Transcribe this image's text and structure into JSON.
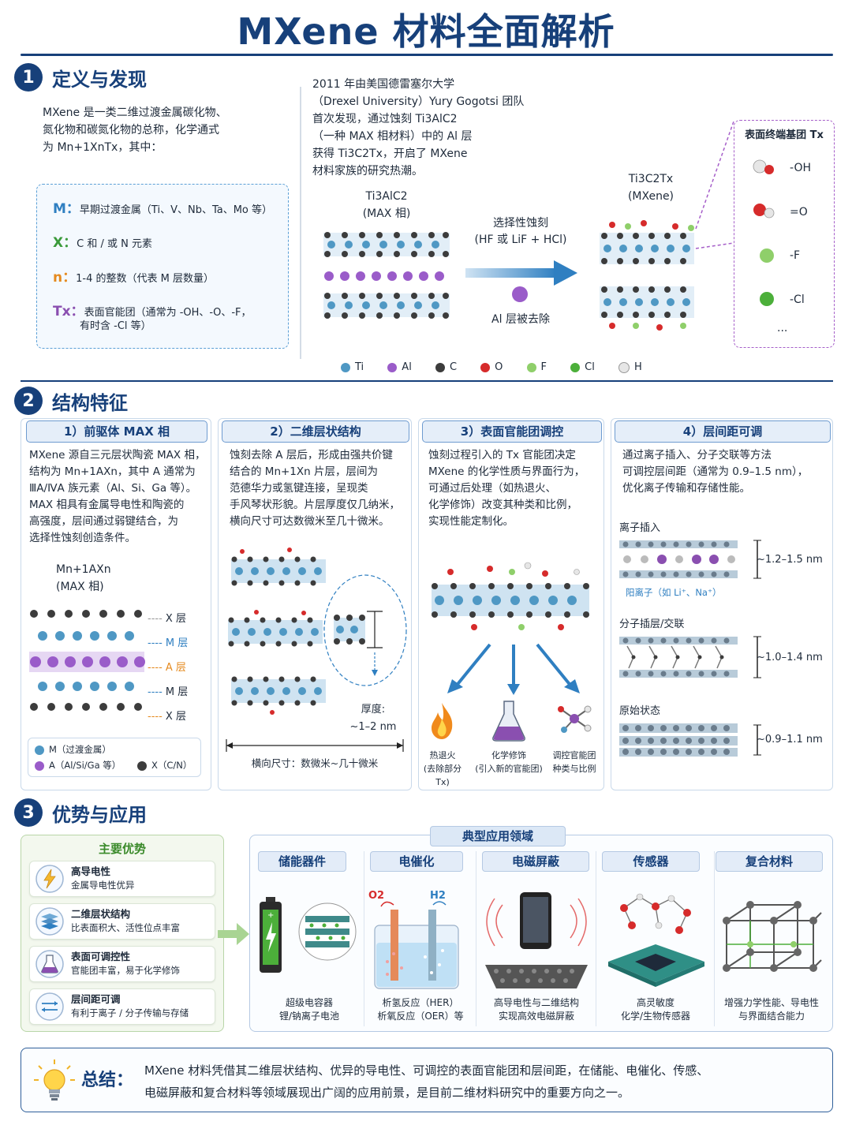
{
  "title": "MXene 材料全面解析",
  "colors": {
    "primary": "#17407a",
    "accent_blue": "#2f7fc1",
    "green": "#3a9a3a",
    "orange": "#e58a1f",
    "purple": "#8a4fb0"
  },
  "sec1": {
    "num": "1",
    "title": "定义与发现",
    "intro": [
      "MXene 是一类二维过渡金属碳化物、",
      "氮化物和碳氮化物的总称，化学通式",
      "为 Mn+1XnTx，其中："
    ],
    "defs": [
      {
        "key": "M：",
        "text": "早期过渡金属（Ti、V、Nb、Ta、Mo 等）"
      },
      {
        "key": "X：",
        "text": "C 和 / 或 N 元素"
      },
      {
        "key": "n：",
        "text": "1-4 的整数（代表 M 层数量）"
      },
      {
        "key": "Tx：",
        "text": "表面官能团（通常为 -OH、-O、-F，",
        "text2": "有时含 -Cl 等）"
      }
    ],
    "discovery": [
      "2011 年由美国德雷塞尔大学",
      "（Drexel University）Yury Gogotsi 团队",
      "首次发现，通过蚀刻 Ti3AlC2",
      "（一种 MAX 相材料）中的 Al 层",
      "获得 Ti3C2Tx，开启了 MXene",
      "材料家族的研究热潮。"
    ],
    "max_label": [
      "Ti3AlC2",
      "(MAX 相)"
    ],
    "mxene_label": [
      "Ti3C2Tx",
      "(MXene)"
    ],
    "etch_label": [
      "选择性蚀刻",
      "(HF 或 LiF + HCl)"
    ],
    "al_removed": "Al 层被去除",
    "termination_title": "表面终端基团 Tx",
    "terminations": [
      "-OH",
      "=O",
      "-F",
      "-Cl",
      "..."
    ],
    "legend": [
      {
        "name": "Ti",
        "color": "#4f98c4"
      },
      {
        "name": "Al",
        "color": "#9a5cc9"
      },
      {
        "name": "C",
        "color": "#3c3c3c"
      },
      {
        "name": "O",
        "color": "#d62b2b"
      },
      {
        "name": "F",
        "color": "#8fcf6a"
      },
      {
        "name": "Cl",
        "color": "#4caf3a"
      },
      {
        "name": "H",
        "color": "#e6e6e6"
      }
    ]
  },
  "sec2": {
    "num": "2",
    "title": "结构特征",
    "cards": [
      {
        "title": "1）前驱体 MAX 相",
        "lines": [
          "MXene 源自三元层状陶瓷 MAX 相，",
          "结构为 Mn+1AXn，其中 A 通常为",
          "ⅢA/ⅣA 族元素（Al、Si、Ga 等）。",
          "MAX 相具有金属导电性和陶瓷的",
          "高强度，层间通过弱键结合，为",
          "选择性蚀刻创造条件。"
        ]
      },
      {
        "title": "2）二维层状结构",
        "lines": [
          "蚀刻去除 A 层后，形成由强共价键",
          "结合的 Mn+1Xn 片层，层间为",
          "范德华力或氢键连接，呈现类",
          "手风琴状形貌。片层厚度仅几纳米，",
          "横向尺寸可达数微米至几十微米。"
        ]
      },
      {
        "title": "3）表面官能团调控",
        "lines": [
          "蚀刻过程引入的 Tx 官能团决定",
          "MXene 的化学性质与界面行为，",
          "可通过后处理（如热退火、",
          "化学修饰）改变其种类和比例，",
          "实现性能定制化。"
        ]
      },
      {
        "title": "4）层间距可调",
        "lines": [
          "通过离子插入、分子交联等方法",
          "可调控层间距（通常为 0.9–1.5 nm），",
          "优化离子传输和存储性能。"
        ]
      }
    ],
    "max_formula": [
      "Mn+1AXn",
      "(MAX 相)"
    ],
    "layer_labels": [
      "X 层",
      "M 层",
      "A 层",
      "M 层",
      "X 层"
    ],
    "max_legend": [
      "M（过渡金属）",
      "A（Al/Si/Ga 等）",
      "X（C/N）"
    ],
    "thickness": [
      "厚度:",
      "~1–2 nm"
    ],
    "lateral": "横向尺寸：数微米~几十微米",
    "tx_methods": [
      {
        "label": "热退火",
        "sub": "(去除部分 Tx)"
      },
      {
        "label": "化学修饰",
        "sub": "(引入新的官能团)"
      },
      {
        "label": "调控官能团",
        "sub": "种类与比例"
      }
    ],
    "spacing": [
      {
        "title": "离子插入",
        "range": "~1.2–1.5 nm",
        "note": "阳离子（如 Li⁺、Na⁺）"
      },
      {
        "title": "分子插层/交联",
        "range": "~1.0–1.4 nm"
      },
      {
        "title": "原始状态",
        "range": "~0.9–1.1 nm"
      }
    ]
  },
  "sec3": {
    "num": "3",
    "title": "优势与应用",
    "adv_title": "主要优势",
    "advantages": [
      {
        "title": "高导电性",
        "desc": "金属导电性优异"
      },
      {
        "title": "二维层状结构",
        "desc": "比表面积大、活性位点丰富"
      },
      {
        "title": "表面可调控性",
        "desc": "官能团丰富，易于化学修饰"
      },
      {
        "title": "层间距可调",
        "desc": "有利于离子 / 分子传输与存储"
      }
    ],
    "apps_title": "典型应用领域",
    "apps": [
      {
        "title": "储能器件",
        "desc": [
          "超级电容器",
          "锂/钠离子电池"
        ]
      },
      {
        "title": "电催化",
        "desc": [
          "析氢反应（HER）",
          "析氧反应（OER）等"
        ]
      },
      {
        "title": "电磁屏蔽",
        "desc": [
          "高导电性与二维结构",
          "实现高效电磁屏蔽"
        ]
      },
      {
        "title": "传感器",
        "desc": [
          "高灵敏度",
          "化学/生物传感器"
        ]
      },
      {
        "title": "复合材料",
        "desc": [
          "增强力学性能、导电性",
          "与界面结合能力"
        ]
      }
    ],
    "gas_labels": [
      "O2",
      "H2"
    ]
  },
  "summary": {
    "label": "总结：",
    "lines": [
      "MXene 材料凭借其二维层状结构、优异的导电性、可调控的表面官能团和层间距，在储能、电催化、传感、",
      "电磁屏蔽和复合材料等领域展现出广阔的应用前景，是目前二维材料研究中的重要方向之一。"
    ]
  }
}
